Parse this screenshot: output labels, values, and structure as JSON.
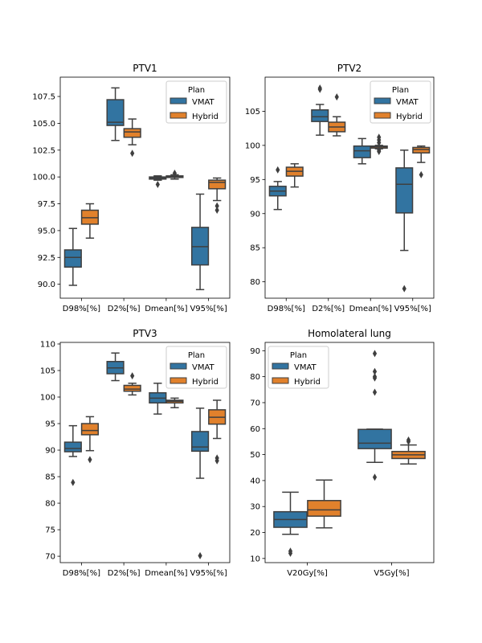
{
  "chart_data": [
    {
      "type": "box",
      "title": "PTV1",
      "xlabel": "",
      "ylabel": "",
      "categories": [
        "D98%[%]",
        "D2%[%]",
        "Dmean[%]",
        "V95%[%]"
      ],
      "ylim": [
        88.7,
        109.3
      ],
      "yticks": [
        90.0,
        92.5,
        95.0,
        97.5,
        100.0,
        102.5,
        105.0,
        107.5
      ],
      "ytick_labels": [
        "90.0",
        "92.5",
        "95.0",
        "97.5",
        "100.0",
        "102.5",
        "105.0",
        "107.5"
      ],
      "legend": {
        "title": "Plan",
        "placement": "upper right",
        "entries": [
          "VMAT",
          "Hybrid"
        ]
      },
      "series": [
        {
          "name": "VMAT",
          "color": "#3274a1",
          "boxes": [
            {
              "whislo": 89.9,
              "q1": 91.6,
              "med": 92.5,
              "q3": 93.2,
              "whishi": 95.2,
              "fliers": []
            },
            {
              "whislo": 103.4,
              "q1": 104.8,
              "med": 105.1,
              "q3": 107.2,
              "whishi": 108.3,
              "fliers": []
            },
            {
              "whislo": 99.7,
              "q1": 99.8,
              "med": 99.9,
              "q3": 100.0,
              "whishi": 100.1,
              "fliers": [
                99.3
              ]
            },
            {
              "whislo": 89.5,
              "q1": 91.8,
              "med": 93.5,
              "q3": 95.3,
              "whishi": 98.4,
              "fliers": []
            }
          ]
        },
        {
          "name": "Hybrid",
          "color": "#e1812c",
          "boxes": [
            {
              "whislo": 94.3,
              "q1": 95.6,
              "med": 96.2,
              "q3": 96.9,
              "whishi": 97.5,
              "fliers": []
            },
            {
              "whislo": 103.0,
              "q1": 103.7,
              "med": 104.2,
              "q3": 104.5,
              "whishi": 105.4,
              "fliers": [
                102.2
              ]
            },
            {
              "whislo": 99.8,
              "q1": 99.95,
              "med": 100.0,
              "q3": 100.1,
              "whishi": 100.2,
              "fliers": [
                100.35
              ]
            },
            {
              "whislo": 97.8,
              "q1": 98.9,
              "med": 99.5,
              "q3": 99.7,
              "whishi": 99.9,
              "fliers": [
                97.3,
                96.9
              ]
            }
          ]
        }
      ]
    },
    {
      "type": "box",
      "title": "PTV2",
      "xlabel": "",
      "ylabel": "",
      "categories": [
        "D98%[%]",
        "D2%[%]",
        "Dmean[%]",
        "V95%[%]"
      ],
      "ylim": [
        77.6,
        110.0
      ],
      "yticks": [
        80,
        85,
        90,
        95,
        100,
        105
      ],
      "ytick_labels": [
        "80",
        "85",
        "90",
        "95",
        "100",
        "105"
      ],
      "legend": {
        "title": "Plan",
        "placement": "upper right",
        "entries": [
          "VMAT",
          "Hybrid"
        ]
      },
      "series": [
        {
          "name": "VMAT",
          "color": "#3274a1",
          "boxes": [
            {
              "whislo": 90.6,
              "q1": 92.6,
              "med": 93.3,
              "q3": 94.0,
              "whishi": 94.7,
              "fliers": [
                96.4
              ]
            },
            {
              "whislo": 101.5,
              "q1": 103.5,
              "med": 104.2,
              "q3": 105.2,
              "whishi": 106.0,
              "fliers": [
                108.2,
                108.4
              ]
            },
            {
              "whislo": 97.3,
              "q1": 98.2,
              "med": 99.2,
              "q3": 99.9,
              "whishi": 101.0,
              "fliers": []
            },
            {
              "whislo": 84.6,
              "q1": 90.1,
              "med": 94.3,
              "q3": 96.7,
              "whishi": 99.3,
              "fliers": [
                79.0
              ]
            }
          ]
        },
        {
          "name": "Hybrid",
          "color": "#e1812c",
          "boxes": [
            {
              "whislo": 93.9,
              "q1": 95.5,
              "med": 96.2,
              "q3": 96.8,
              "whishi": 97.3,
              "fliers": []
            },
            {
              "whislo": 101.4,
              "q1": 102.0,
              "med": 102.7,
              "q3": 103.4,
              "whishi": 104.2,
              "fliers": [
                107.1
              ]
            },
            {
              "whislo": 99.5,
              "q1": 99.6,
              "med": 99.8,
              "q3": 99.9,
              "whishi": 100.0,
              "fliers": [
                101.2,
                100.8,
                100.4,
                99.1,
                99.3
              ]
            },
            {
              "whislo": 97.5,
              "q1": 98.9,
              "med": 99.4,
              "q3": 99.7,
              "whishi": 99.9,
              "fliers": [
                95.7
              ]
            }
          ]
        }
      ]
    },
    {
      "type": "box",
      "title": "PTV3",
      "xlabel": "",
      "ylabel": "",
      "categories": [
        "D98%[%]",
        "D2%[%]",
        "Dmean[%]",
        "V95%[%]"
      ],
      "ylim": [
        68.8,
        110.3
      ],
      "yticks": [
        70,
        75,
        80,
        85,
        90,
        95,
        100,
        105,
        110
      ],
      "ytick_labels": [
        "70",
        "75",
        "80",
        "85",
        "90",
        "95",
        "100",
        "105",
        "110"
      ],
      "legend": {
        "title": "Plan",
        "placement": "upper right",
        "entries": [
          "VMAT",
          "Hybrid"
        ]
      },
      "series": [
        {
          "name": "VMAT",
          "color": "#3274a1",
          "boxes": [
            {
              "whislo": 88.8,
              "q1": 89.7,
              "med": 90.3,
              "q3": 91.5,
              "whishi": 94.6,
              "fliers": [
                83.9
              ]
            },
            {
              "whislo": 103.1,
              "q1": 104.4,
              "med": 105.5,
              "q3": 106.7,
              "whishi": 108.3,
              "fliers": []
            },
            {
              "whislo": 96.8,
              "q1": 98.9,
              "med": 99.8,
              "q3": 100.8,
              "whishi": 102.6,
              "fliers": []
            },
            {
              "whislo": 84.7,
              "q1": 89.8,
              "med": 90.6,
              "q3": 93.5,
              "whishi": 97.9,
              "fliers": [
                70.1
              ]
            }
          ]
        },
        {
          "name": "Hybrid",
          "color": "#e1812c",
          "boxes": [
            {
              "whislo": 89.9,
              "q1": 92.9,
              "med": 93.7,
              "q3": 95.0,
              "whishi": 96.3,
              "fliers": [
                88.2
              ]
            },
            {
              "whislo": 100.4,
              "q1": 101.1,
              "med": 101.5,
              "q3": 102.2,
              "whishi": 102.6,
              "fliers": [
                104.0
              ]
            },
            {
              "whislo": 98.0,
              "q1": 98.9,
              "med": 99.2,
              "q3": 99.4,
              "whishi": 99.8,
              "fliers": []
            },
            {
              "whislo": 92.2,
              "q1": 94.9,
              "med": 96.2,
              "q3": 97.6,
              "whishi": 99.4,
              "fliers": [
                88.5,
                88.0
              ]
            }
          ]
        }
      ]
    },
    {
      "type": "box",
      "title": "Homolateral lung",
      "xlabel": "",
      "ylabel": "",
      "categories": [
        "V20Gy[%]",
        "V5Gy[%]"
      ],
      "ylim": [
        8.4,
        93.2
      ],
      "yticks": [
        10,
        20,
        30,
        40,
        50,
        60,
        70,
        80,
        90
      ],
      "ytick_labels": [
        "10",
        "20",
        "30",
        "40",
        "50",
        "60",
        "70",
        "80",
        "90"
      ],
      "legend": {
        "title": "Plan",
        "placement": "upper left",
        "entries": [
          "VMAT",
          "Hybrid"
        ]
      },
      "series": [
        {
          "name": "VMAT",
          "color": "#3274a1",
          "boxes": [
            {
              "whislo": 19.3,
              "q1": 22.0,
              "med": 25.0,
              "q3": 28.0,
              "whishi": 35.5,
              "fliers": [
                12.0,
                12.8
              ]
            },
            {
              "whislo": 47.0,
              "q1": 52.3,
              "med": 54.4,
              "q3": 59.7,
              "whishi": 59.8,
              "fliers": [
                88.9,
                82.0,
                80.0,
                79.5,
                74.0,
                41.3
              ]
            }
          ]
        },
        {
          "name": "Hybrid",
          "color": "#e1812c",
          "boxes": [
            {
              "whislo": 21.8,
              "q1": 26.3,
              "med": 28.7,
              "q3": 32.3,
              "whishi": 40.2,
              "fliers": []
            },
            {
              "whislo": 46.4,
              "q1": 48.5,
              "med": 49.9,
              "q3": 51.2,
              "whishi": 53.7,
              "fliers": [
                55.6,
                55.0
              ]
            }
          ]
        }
      ]
    }
  ]
}
